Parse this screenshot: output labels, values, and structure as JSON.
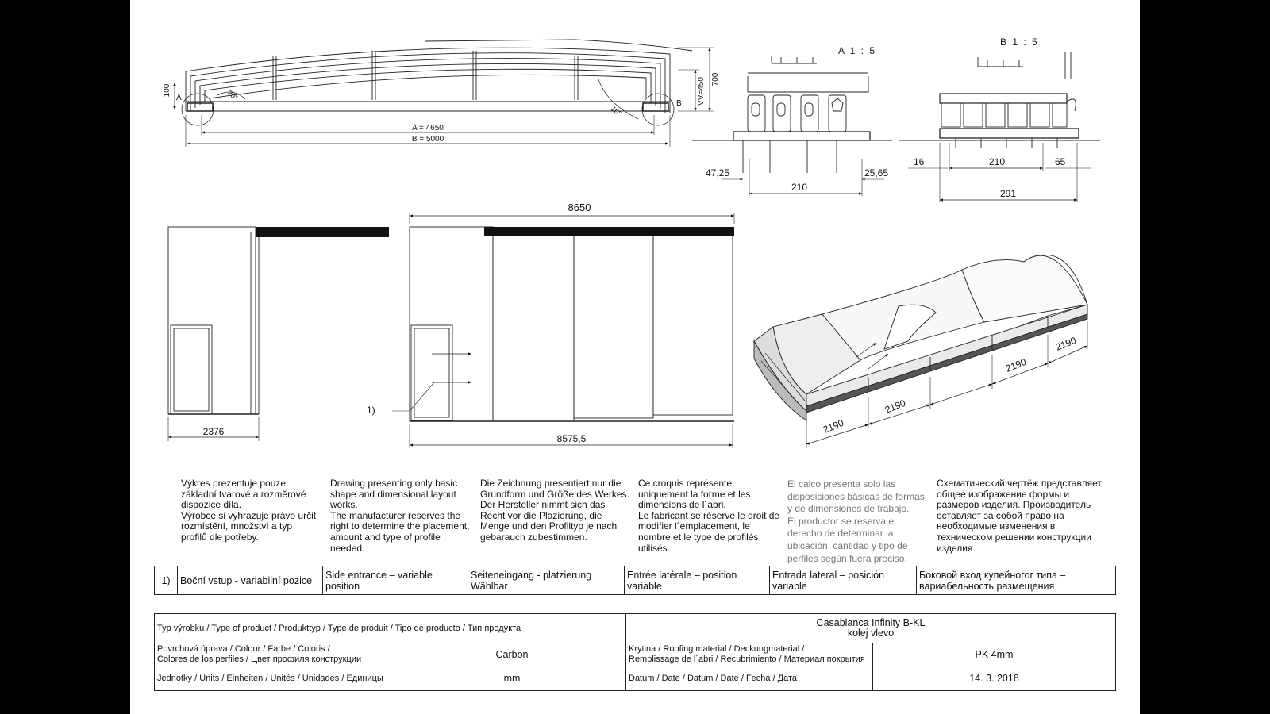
{
  "sheet": {
    "paper_color": "#ffffff",
    "frame_color": "#000000"
  },
  "views": {
    "top": {
      "dim_a": "A = 4650",
      "dim_b": "B = 5000",
      "h100": "100",
      "vv": "VV=450",
      "h700": "700",
      "label_a": "A",
      "label_b": "B",
      "angle_left": "20°",
      "angle_right": "10°"
    },
    "detail_a": {
      "title": "A 1 : 5",
      "d1": "47,25",
      "d2": "210",
      "d3": "25,65"
    },
    "detail_b": {
      "title": "B 1 : 5",
      "d1": "16",
      "d2": "210",
      "d3": "65",
      "d4": "291"
    },
    "side": {
      "width": "2376"
    },
    "front": {
      "length_top": "8650",
      "length_bottom": "8575,5",
      "callout": "1)"
    },
    "iso": {
      "seg1": "2190",
      "seg2": "2190",
      "seg3": "2190",
      "seg4": "2190"
    }
  },
  "descriptions": {
    "cz": [
      "Výkres prezentuje pouze základní tvarové a rozměrové dispozice díla.",
      "Výrobce si vyhrazuje právo určit rozmístění, množství a typ profilů dle potřeby."
    ],
    "en": [
      "Drawing presenting only basic shape and dimensional layout works.",
      "The manufacturer reserves the right to determine the placement, amount and type of profile needed."
    ],
    "de": [
      "Die Zeichnung presentiert nur die Grundform und Größe des Werkes.",
      "Der Hersteller nimmt sich das Recht vor die Plazierung, die Menge und den Profiltyp je nach gebarauch zubestimmen."
    ],
    "fr": [
      "Ce croquis représente uniquement la forme et les dimensions de l´abri.",
      "Le fabricant se réserve le droit de modifier l´emplacement, le nombre et le type de profilés utilisés."
    ],
    "es": [
      "El calco presenta solo las disposiciones básicas de formas y de dimensiones de trabajo.",
      "El productor se reserva el derecho de determinar la ubicación, cantidad y tipo de perfiles según fuera preciso."
    ],
    "ru": [
      "Схематический чертёж представляет общее изображение формы и размеров изделия. Производитель оставляет за собой право на необходимые изменения в техническом решении конструкции изделия."
    ]
  },
  "legend": {
    "num": "1)",
    "cz": "Boční vstup - variabilní pozice",
    "en": "Side entrance – variable position",
    "de": "Seiteneingang - platzierung Wählbar",
    "fr": "Entrée latérale – position variable",
    "es": "Entrada lateral – posición variable",
    "ru": "Боковой вход купейногог типа – вариабельность размещения"
  },
  "title_block": {
    "product_type_label": "Typ výrobku / Type of product / Produkttyp / Type de produit / Tipo de producto / Тип продукта",
    "product_name": "Casablanca Infinity B-KL",
    "product_variant": "kolej vlevo",
    "colour_label_1": "Povrchová úprava / Colour / Farbe / Coloris /",
    "colour_label_2": "Colores de los perfiles / Цвет профиля конструкции",
    "colour_value": "Carbon",
    "roof_label_1": "Krytina / Roofing material / Deckungmaterial /",
    "roof_label_2": "Remplissage de l´abri / Recubrimiento / Материал покрытия",
    "roof_value": "PK 4mm",
    "units_label": "Jednotky / Units / Einheiten / Unités / Unidades / Единицы",
    "units_value": "mm",
    "date_label": "Datum / Date / Datum / Date / Fecha / Дата",
    "date_value": "14. 3. 2018"
  }
}
